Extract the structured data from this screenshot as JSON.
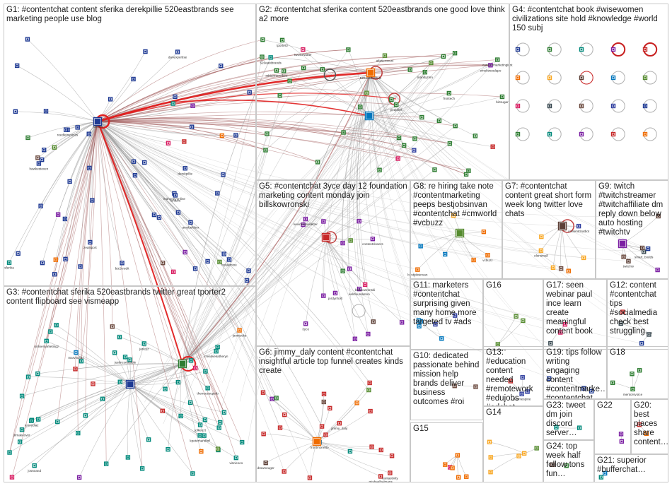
{
  "groups": [
    {
      "id": "G1",
      "label": "G1: #contentchat content sferika derekpillie 520eastbrands see marketing people use blog"
    },
    {
      "id": "G2",
      "label": "G2: #contentchat sferika content 520eastbrands one good love think a2 more"
    },
    {
      "id": "G4",
      "label": "G4: #contentchat book #wisewomen civilizations site hold #knowledge #world 150 subj"
    },
    {
      "id": "G5",
      "label": "G5: #contentchat 3yce day 12 foundation marketing content monday join billskowronski"
    },
    {
      "id": "G8",
      "label": "G8: re hiring take note #contentmarketing peeps bestjobsinvan #contentchat #cmworld #vcbuzz"
    },
    {
      "id": "G7",
      "label": "G7: #contentchat content great short form week long twitter love chats"
    },
    {
      "id": "G9",
      "label": "G9: twitch #twitchstreamer #twitchaffiliate dm reply down below auto hosting #twitchtv"
    },
    {
      "id": "G3",
      "label": "G3: #contentchat sferika 520eastbrands twitter great tporter2 content flipboard see vismeapp"
    },
    {
      "id": "G11",
      "label": "G11: marketers #contentchat surprising given many home more targeted tv #ads"
    },
    {
      "id": "G16",
      "label": "G16"
    },
    {
      "id": "G17",
      "label": "G17: seen webinar paul ince learn create meaningful content book"
    },
    {
      "id": "G12",
      "label": "G12: content #contentchat tips #socialmedia check best struggling…"
    },
    {
      "id": "G6",
      "label": "G6: jimmy_daly content #contentchat insightful article top funnel creates kinds create"
    },
    {
      "id": "G10",
      "label": "G10: dedicated passionate behind mission help brands deliver business outcomes #roi"
    },
    {
      "id": "G13",
      "label": "G13: #education content needed #remotework #edujobs #edchat…"
    },
    {
      "id": "G19",
      "label": "G19: tips follow writing engaging content #contentmarke… #contentchat…"
    },
    {
      "id": "G18",
      "label": "G18"
    },
    {
      "id": "G23",
      "label": "G23: tweet dm join discord server…"
    },
    {
      "id": "G22",
      "label": "G22"
    },
    {
      "id": "G20",
      "label": "G20: best places share content…"
    },
    {
      "id": "G15",
      "label": "G15"
    },
    {
      "id": "G14",
      "label": "G14"
    },
    {
      "id": "G24",
      "label": "G24: top week half follow tons fun…"
    },
    {
      "id": "G21",
      "label": "G21: superior #bufferchat…"
    }
  ],
  "node_labels": {
    "G1": [
      "sferika",
      "derekpillie",
      "amybelcher",
      "mahoneyonline",
      "reedleinvoices",
      "danexpertise",
      "biz2credit",
      "hawkesteven",
      "rohitzrs",
      "boluaminu",
      "zealsport"
    ],
    "G2": [
      "520eastbrands",
      "tporter2",
      "emekweodapo",
      "mandyzinn",
      "bizsugar",
      "frontech",
      "adriennescibeu",
      "contentmarketinginst",
      "atlaserovuni",
      "twosorwater",
      "peeplink"
    ],
    "G3": [
      "jilmakeover",
      "jolkeezt",
      "josstrand",
      "theneezsuperb",
      "kpeterhandorf",
      "creativekatheryn",
      "onlinemarketingz",
      "janmucks",
      "visnicoco",
      "marvindiaz",
      "janeyz",
      "justinconstable",
      "jennydiaz"
    ],
    "G5": [
      "3yce",
      "billskowronski",
      "contentclosers",
      "kelsfoundation",
      "kevinknewsletter",
      "jordynholt"
    ],
    "G6": [
      "jimmy_daly",
      "cantastivity",
      "michaelhalmans",
      "frontmonetto",
      "drowneuger"
    ],
    "G7": [
      "contentchatbot",
      "elonsmall"
    ],
    "G8": [
      "bestjobsinvan",
      "vcbuzz"
    ],
    "G9": [
      "twitchtv",
      "smart_bodds"
    ],
    "G13": [
      "oldtimespine"
    ],
    "G16": [
      "edgenconn"
    ],
    "G18": [
      "mentorsvoice"
    ]
  },
  "colors": {
    "edge": "#9a9a9a",
    "edge_hub": "#a05a5a",
    "edge_highlight": "#e02020",
    "self_loop": "#c04040",
    "panel_border": "#c8c8c8",
    "label_text": "#202020",
    "node_palette": [
      "#1f3a93",
      "#2e7d32",
      "#00897b",
      "#7b1fa2",
      "#c62828",
      "#ef6c00",
      "#f9a825",
      "#5d4037",
      "#0277bd",
      "#558b2f",
      "#d81b60",
      "#37474f",
      "#6d4c41",
      "#303f9f"
    ]
  }
}
